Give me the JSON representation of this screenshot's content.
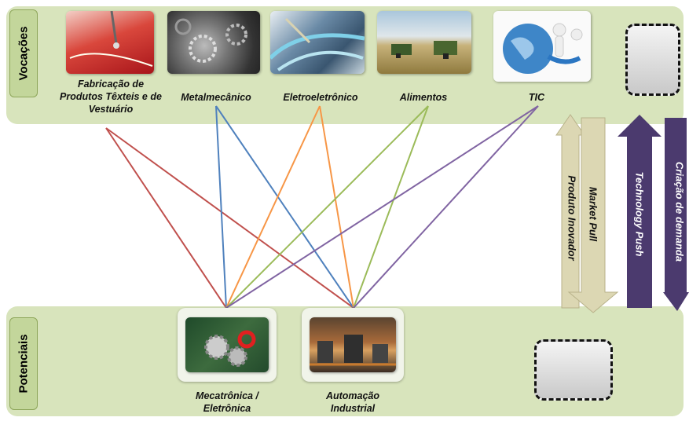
{
  "sections": {
    "top_label": "Vocações",
    "bottom_label": "Potenciais"
  },
  "vocacoes": [
    {
      "label": "Fabricação de Produtos Têxteis e de Vestuário",
      "line1": "Fabricação de",
      "line2": "Produtos Têxteis e de",
      "line3": "Vestuário",
      "color": "#c0504d"
    },
    {
      "label": "Metalmecânico",
      "color": "#4f81bd"
    },
    {
      "label": "Eletroeletrônico",
      "color": "#f79646"
    },
    {
      "label": "Alimentos",
      "color": "#9bbb59"
    },
    {
      "label": "TIC",
      "color": "#8064a2"
    }
  ],
  "potenciais": [
    {
      "line1": "Mecatrônica /",
      "line2": "Eletrônica"
    },
    {
      "line1": "Automação",
      "line2": "Industrial"
    }
  ],
  "arrows": {
    "produto_inovador": "Produto Inovador",
    "market_pull": "Market Pull",
    "technology_push": "Technology Push",
    "criacao_demanda": "Criação de demanda",
    "light_color": "#dcd7b3",
    "dark_color": "#4b3a6e"
  }
}
